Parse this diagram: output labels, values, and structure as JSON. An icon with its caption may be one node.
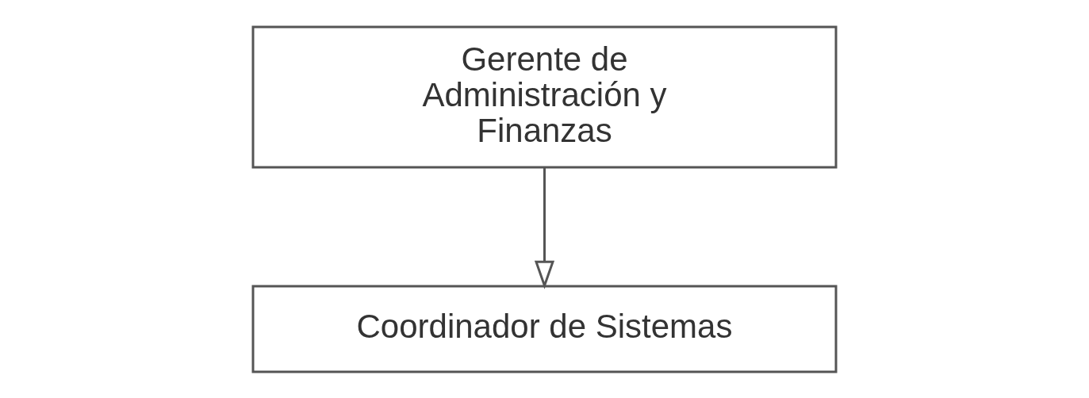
{
  "diagram": {
    "nodes": [
      {
        "text": [
          "Gerente de Administración y Finanzas"
        ]
      },
      {
        "text": [
          "Coordinador de Sistemas"
        ]
      }
    ],
    "edges": [
      {
        "from": 0,
        "to": 1,
        "arrow": "to"
      }
    ]
  }
}
